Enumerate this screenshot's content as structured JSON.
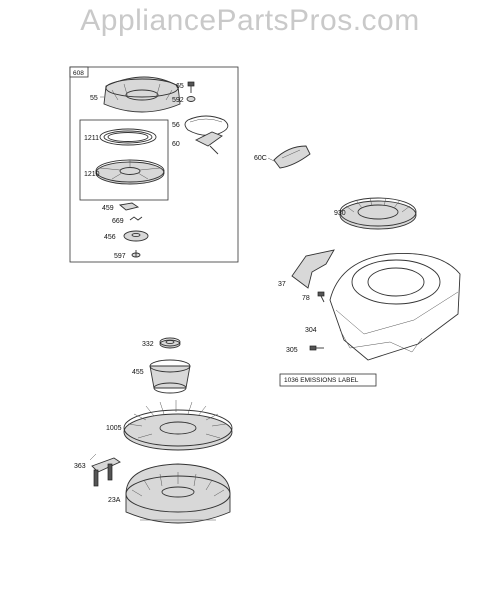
{
  "watermark": "AppliancePartsPros.com",
  "assembly_box": {
    "label": "608",
    "inner_group_parts": [
      "1211",
      "1210"
    ]
  },
  "parts": {
    "p55": "55",
    "p65": "65",
    "p592": "592",
    "p56": "56",
    "p60": "60",
    "p1211": "1211",
    "p1210": "1210",
    "p459": "459",
    "p669": "669",
    "p456": "456",
    "p597": "597",
    "p60c": "60C",
    "p930": "930",
    "p37": "37",
    "p78": "78",
    "p304": "304",
    "p305": "305",
    "p332": "332",
    "p455": "455",
    "p1005": "1005",
    "p363": "363",
    "p23a": "23A"
  },
  "emissions_label": "1036 EMISSIONS LABEL"
}
